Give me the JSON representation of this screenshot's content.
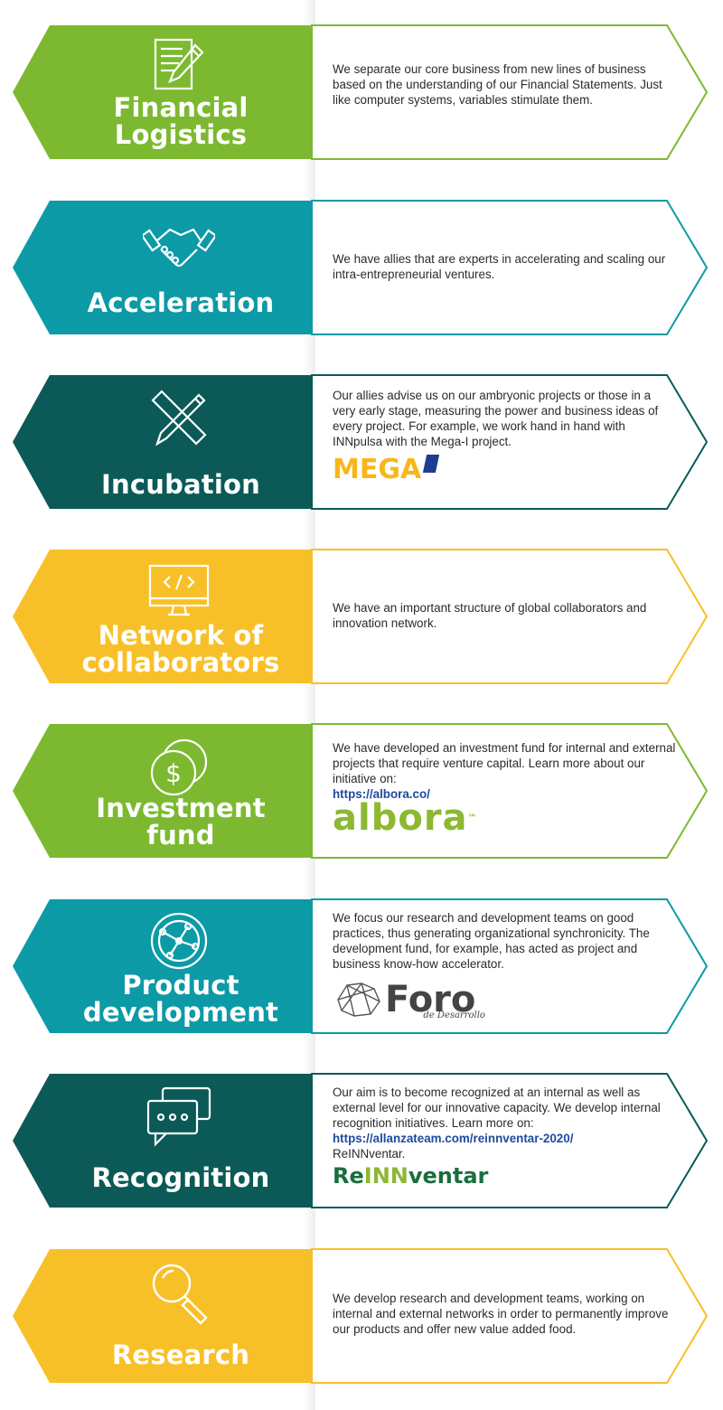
{
  "colors": {
    "green": "#7cb930",
    "teal": "#0c9aa6",
    "dark_teal": "#0b5a57",
    "yellow": "#f8c028"
  },
  "rows": [
    {
      "title_lines": [
        "Financial",
        "Logistics"
      ],
      "icon": "document-pencil-icon",
      "color": "#7cb930",
      "text": "We separate our core business from new lines of business based on the understanding of our Financial Statements. Just like computer systems, variables stimulate them."
    },
    {
      "title_lines": [
        "Acceleration"
      ],
      "icon": "handshake-icon",
      "color": "#0c9aa6",
      "text": "We have allies that are experts in accelerating and scaling our intra-entrepreneurial ventures."
    },
    {
      "title_lines": [
        "Incubation"
      ],
      "icon": "ruler-pencil-icon",
      "color": "#0b5a57",
      "text": "Our allies advise us on our ambryonic projects or those in a very early stage, measuring the power and business ideas of every project. For example, we work hand in hand with INNpulsa with the Mega-I project.",
      "logo": "MEGA"
    },
    {
      "title_lines": [
        "Network of",
        "collaborators"
      ],
      "icon": "monitor-code-icon",
      "color": "#f8c028",
      "text": "We have an important structure of global collaborators and innovation network."
    },
    {
      "title_lines": [
        "Investment",
        "fund"
      ],
      "icon": "coins-dollar-icon",
      "color": "#7cb930",
      "text": "We have developed an investment fund for internal and external projects that require venture capital. Learn more about our initiative on:",
      "link": "https://albora.co/",
      "logo": "albora",
      "logo_tm": "™"
    },
    {
      "title_lines": [
        "Product",
        "development"
      ],
      "icon": "globe-network-icon",
      "color": "#0c9aa6",
      "text": "We focus our research and development teams on good practices, thus generating organizational synchronicity. The development fund, for example, has acted as project and business know-how accelerator.",
      "logo": "Foro",
      "logo_sub": "de Desarrollo"
    },
    {
      "title_lines": [
        "Recognition"
      ],
      "icon": "chat-bubbles-icon",
      "color": "#0b5a57",
      "text": "Our aim is to become recognized at an internal as well as external level for our innovative capacity. We develop internal recognition initiatives. Learn more on:",
      "link": "https://allanzateam.com/reinnventar-2020/",
      "text_after": "ReINNventar.",
      "logo_parts": [
        "Re",
        "INN",
        "ventar"
      ]
    },
    {
      "title_lines": [
        "Research"
      ],
      "icon": "magnifier-icon",
      "color": "#f8c028",
      "text": "We develop research and development teams, working on internal and external networks in order to permanently improve our products and offer new value added food."
    }
  ]
}
